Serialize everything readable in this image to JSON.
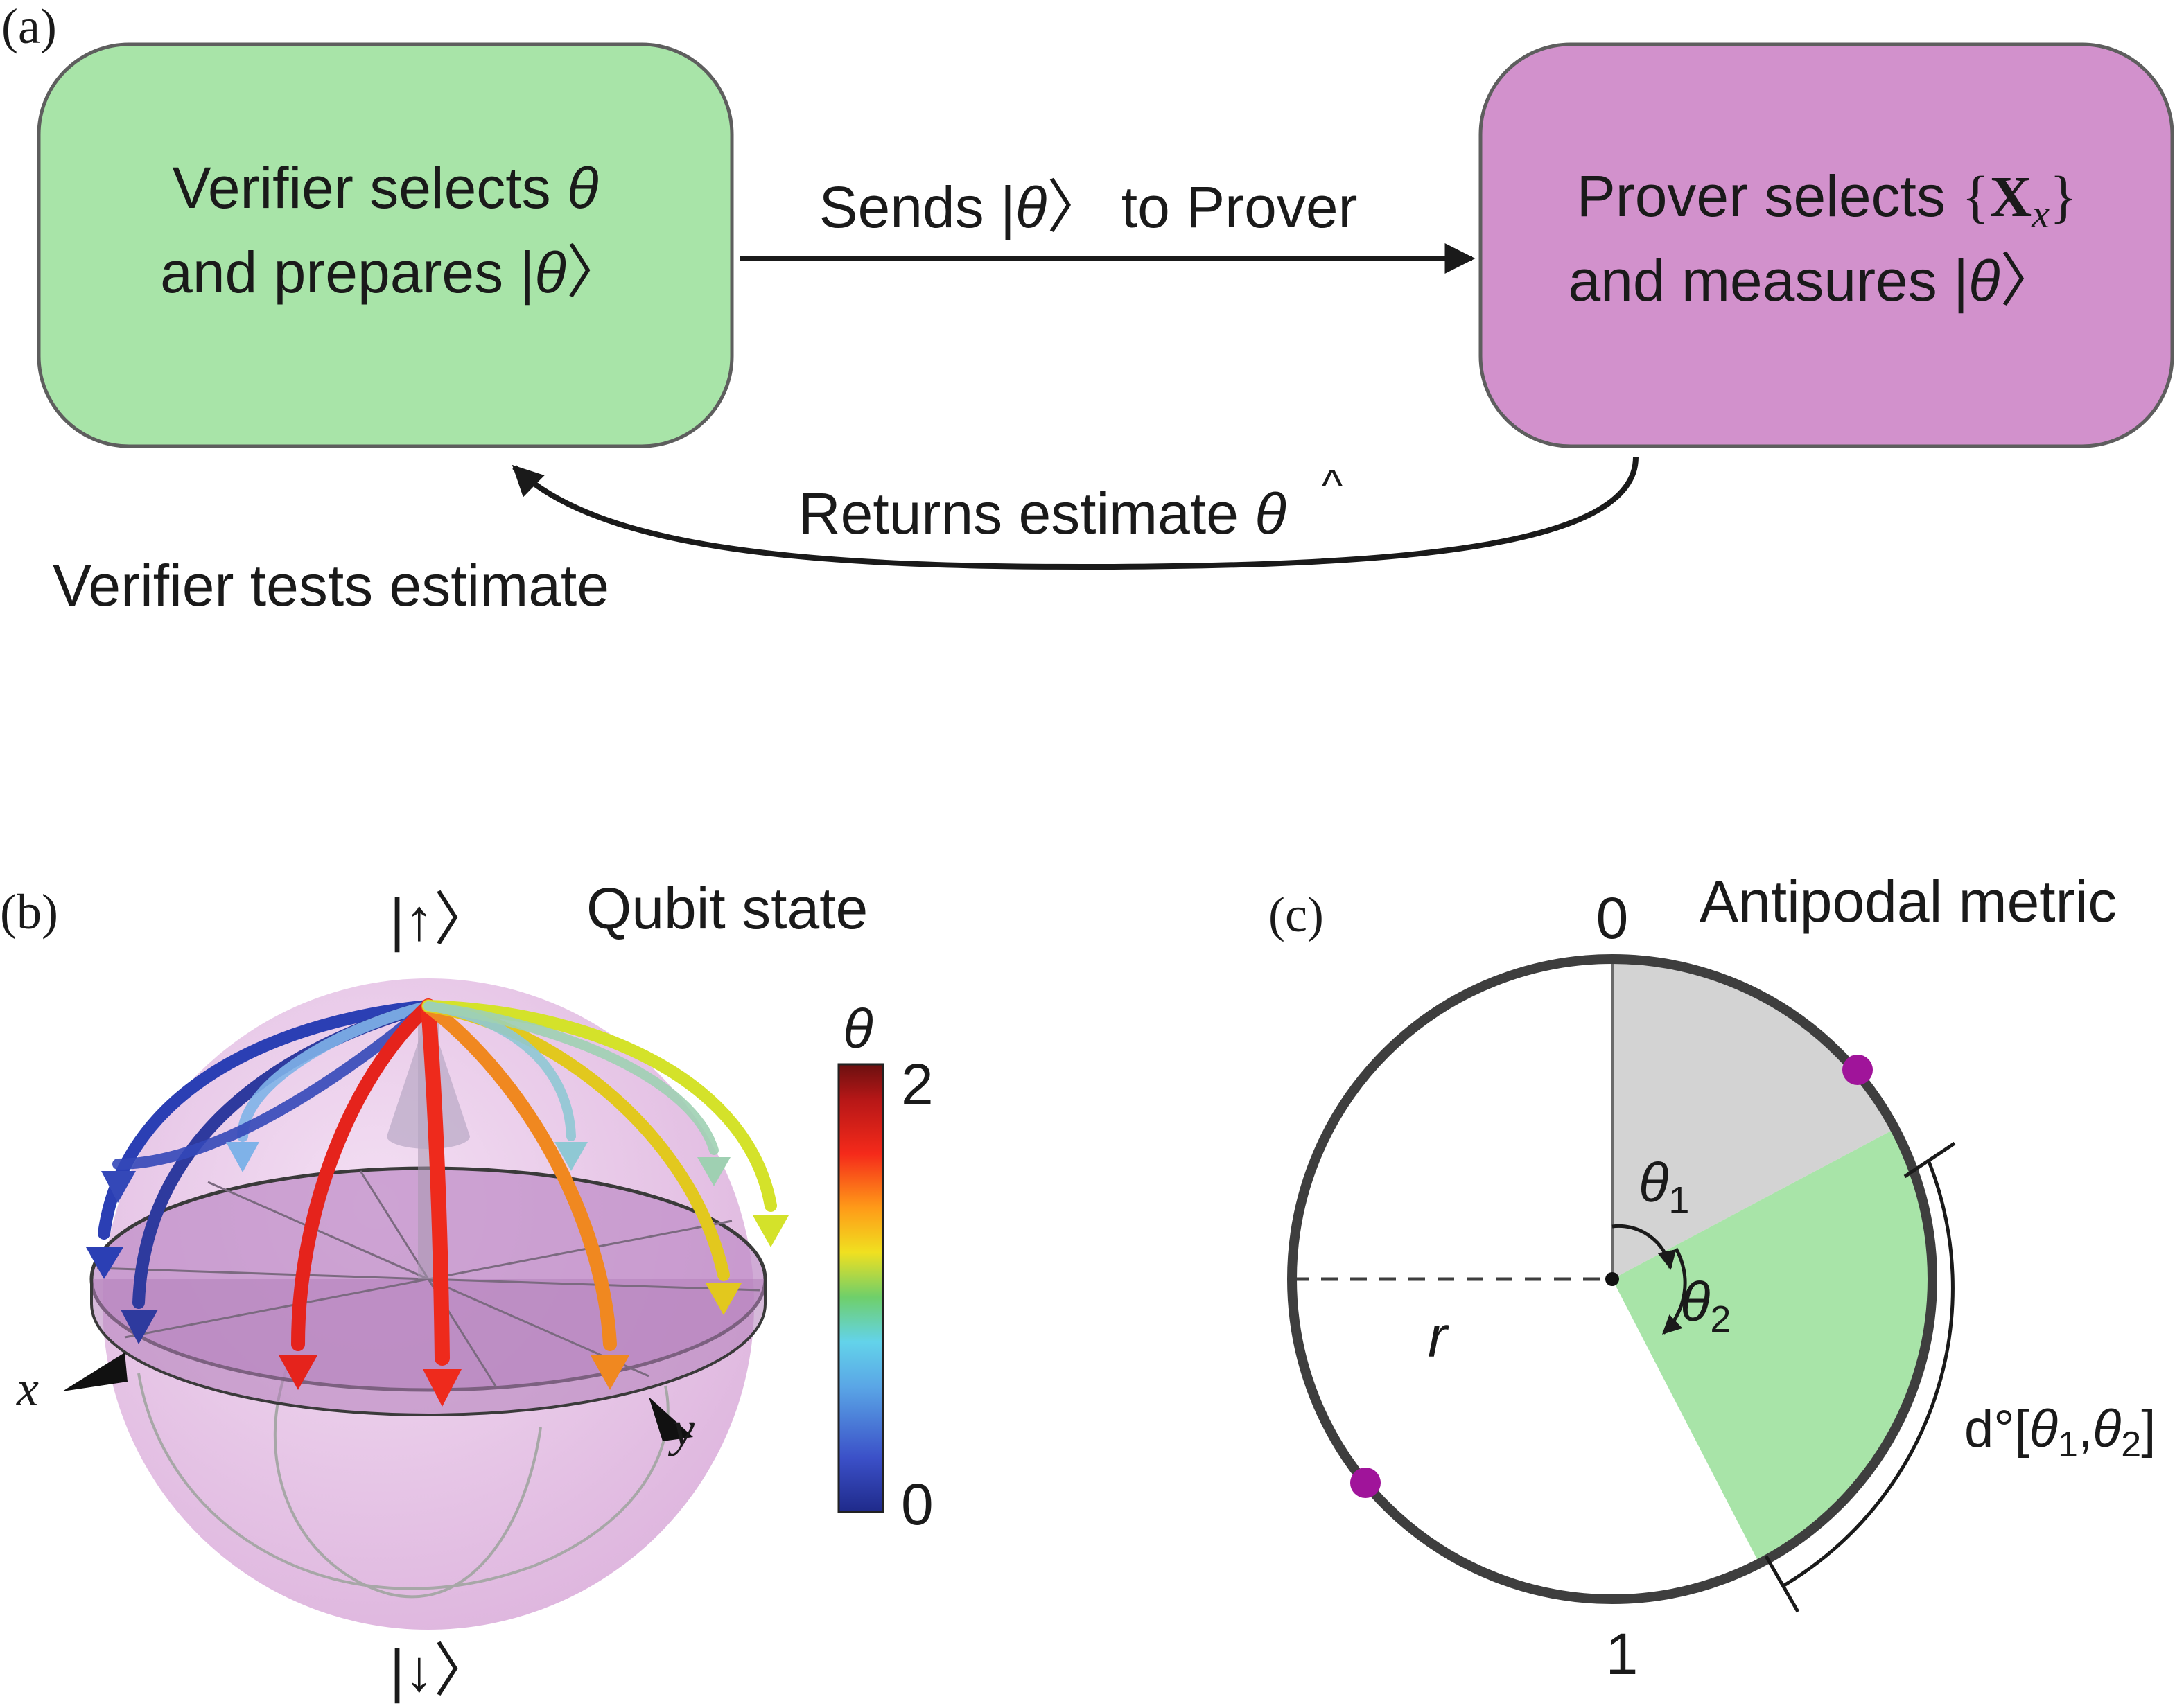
{
  "panel_a": {
    "label": "(a)",
    "verifier_box": {
      "line1_text": "Verifier selects ",
      "line1_symbol": "θ",
      "line2_text": "and prepares |",
      "line2_symbol": "θ",
      "line2_close": "〉",
      "fill": "#a8e4a8"
    },
    "prover_box": {
      "line1_text": "Prover selects ",
      "line1_set_open": "{",
      "line1_set_X": "X",
      "line1_set_sub": "x",
      "line1_set_close": "}",
      "line2_text": "and measures |",
      "line2_symbol": "θ",
      "line2_close": "〉",
      "fill": "#d291cc"
    },
    "send_label": {
      "pre": "Sends ",
      "bar": "|",
      "symbol": "θ",
      "close": "〉",
      "post": " to Prover"
    },
    "return_label": {
      "text": "Returns estimate ",
      "symbol": "θ",
      "hat": "^"
    },
    "verifier_tests": "Verifier tests estimate"
  },
  "panel_b": {
    "label": "(b)",
    "title": "Qubit state",
    "up_state": "|↑〉",
    "down_state": "|↓〉",
    "x_axis": "x",
    "y_axis": "y",
    "sphere_color": "#e2b8e2",
    "colorbar": {
      "symbol": "θ",
      "max_label": "2",
      "min_label": "0",
      "colors": [
        "#1f2a8a",
        "#3b50c8",
        "#5aa6e6",
        "#63d3ea",
        "#6fcf6a",
        "#f0e020",
        "#ff9a18",
        "#f52a1a",
        "#b71717",
        "#6b1010"
      ]
    }
  },
  "panel_c": {
    "label": "(c)",
    "title": "Antipodal metric",
    "top_label": "0",
    "bottom_label": "1",
    "radius_label": "r",
    "theta1_label": "θ",
    "theta1_sub": "1",
    "theta2_label": "θ",
    "theta2_sub": "2",
    "metric_label_prefix": "d°[",
    "metric_theta": "θ",
    "metric_sub1": "1",
    "metric_comma": ",",
    "metric_sub2": "2",
    "metric_close": "]",
    "gray_sector_color": "#d3d3d3",
    "green_sector_color": "#a8e4a8",
    "dot_color": "#a0149a"
  }
}
